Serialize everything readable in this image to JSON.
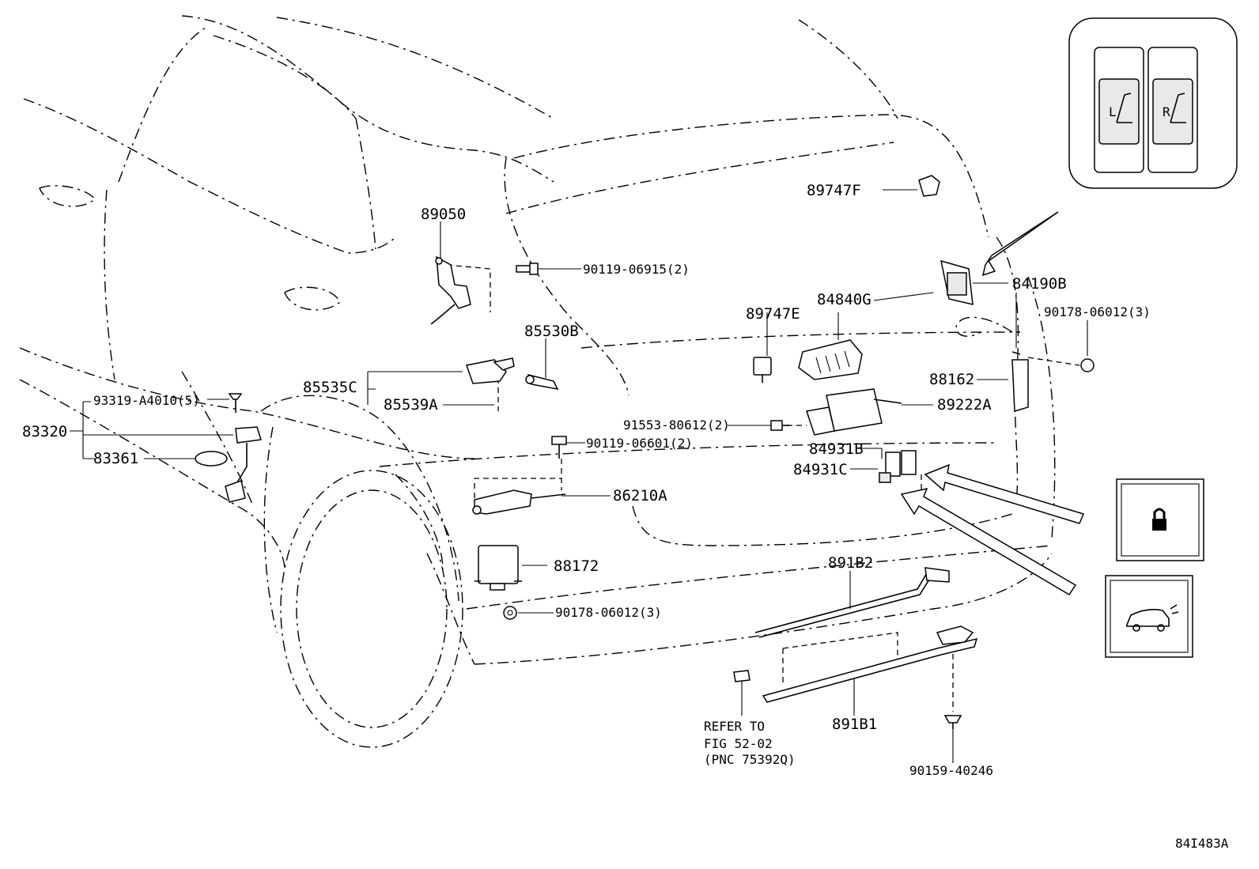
{
  "diagram_code": "84I483A",
  "callouts": {
    "p89050": "89050",
    "p90119_06915": "90119-06915(2)",
    "p85530B": "85530B",
    "p85535C": "85535C",
    "p85539A": "85539A",
    "p93319": "93319-A4010(5)",
    "p83320": "83320",
    "p83361": "83361",
    "p90119_06601": "90119-06601(2)",
    "p91553": "91553-80612(2)",
    "p86210A": "86210A",
    "p88172": "88172",
    "p90178_06012_a": "90178-06012(3)",
    "p89747F": "89747F",
    "p89747E": "89747E",
    "p84840G": "84840G",
    "p84190B": "84190B",
    "p90178_06012_b": "90178-06012(3)",
    "p88162": "88162",
    "p89222A": "89222A",
    "p84931B": "84931B",
    "p84931C": "84931C",
    "p891B2": "891B2",
    "p891B1": "891B1",
    "p90159": "90159-40246"
  },
  "refer_note": {
    "line1": "REFER TO",
    "line2": "FIG 52-02",
    "line3": "(PNC 75392Q)"
  },
  "inset_switch": {
    "left_letter": "L",
    "right_letter": "R"
  },
  "icons": [
    "seat-switch-icon",
    "lock-icon",
    "tailgate-icon"
  ]
}
